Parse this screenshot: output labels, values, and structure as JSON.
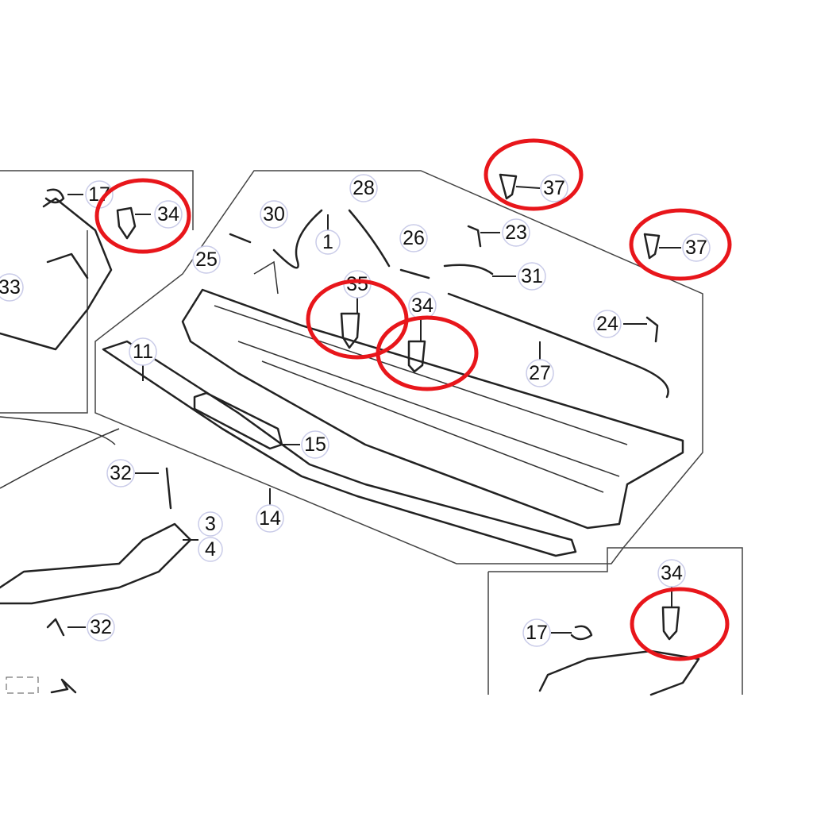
{
  "diagram": {
    "callouts": [
      {
        "id": "c17a",
        "label": "17"
      },
      {
        "id": "c34a",
        "label": "34"
      },
      {
        "id": "c33",
        "label": "33"
      },
      {
        "id": "c25",
        "label": "25"
      },
      {
        "id": "c30",
        "label": "30"
      },
      {
        "id": "c28",
        "label": "28"
      },
      {
        "id": "c1",
        "label": "1"
      },
      {
        "id": "c26",
        "label": "26"
      },
      {
        "id": "c23",
        "label": "23"
      },
      {
        "id": "c31",
        "label": "31"
      },
      {
        "id": "c37a",
        "label": "37"
      },
      {
        "id": "c37b",
        "label": "37"
      },
      {
        "id": "c35",
        "label": "35"
      },
      {
        "id": "c34b",
        "label": "34"
      },
      {
        "id": "c24",
        "label": "24"
      },
      {
        "id": "c27",
        "label": "27"
      },
      {
        "id": "c11",
        "label": "11"
      },
      {
        "id": "c15",
        "label": "15"
      },
      {
        "id": "c32a",
        "label": "32"
      },
      {
        "id": "c14",
        "label": "14"
      },
      {
        "id": "c3",
        "label": "3"
      },
      {
        "id": "c4",
        "label": "4"
      },
      {
        "id": "c32b",
        "label": "32"
      },
      {
        "id": "c17b",
        "label": "17"
      },
      {
        "id": "c34c",
        "label": "34"
      }
    ],
    "highlight_color": "#e8161b"
  }
}
